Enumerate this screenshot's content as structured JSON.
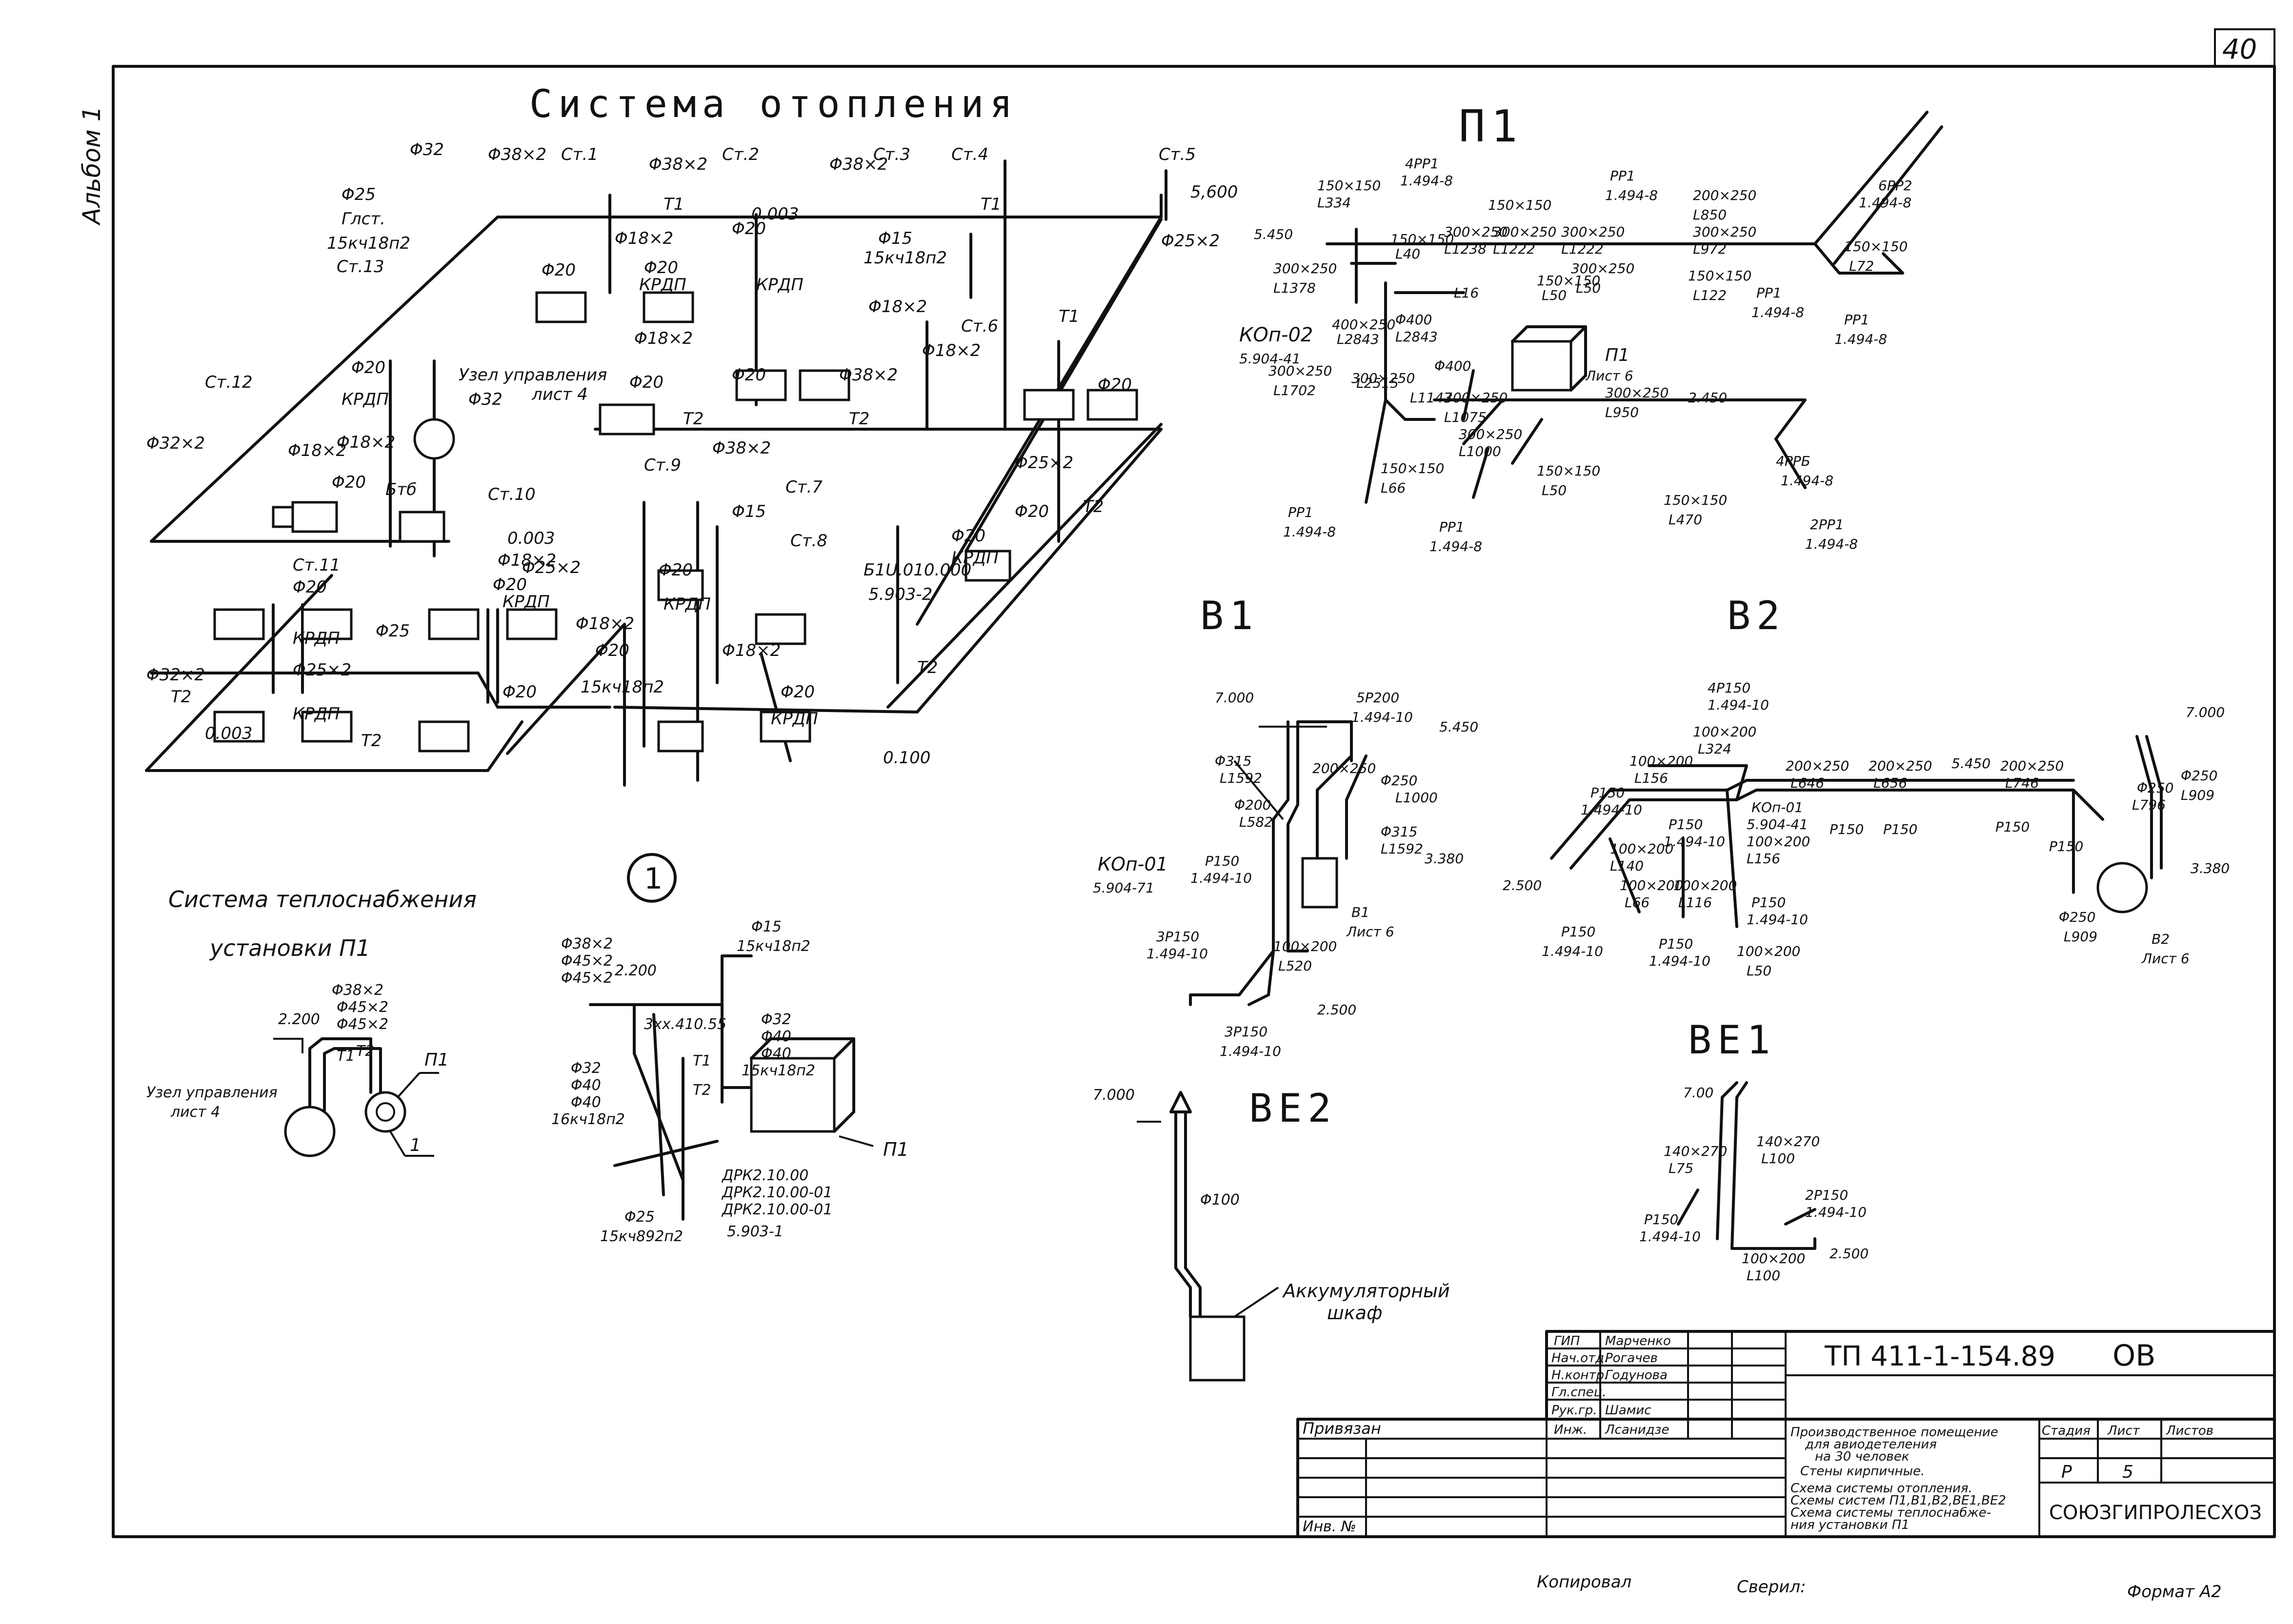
{
  "sheet_number": "40",
  "album_label": "Альбом 1",
  "main_title": "Система отопления",
  "heating": {
    "risers": [
      "Ст.1",
      "Ст.2",
      "Ст.3",
      "Ст.4",
      "Ст.5",
      "Ст.6",
      "Ст.7",
      "Ст.8",
      "Ст.9",
      "Ст.10",
      "Ст.11",
      "Ст.12",
      "Ст.13"
    ],
    "gcst": "Глст.",
    "control_node": "Узел управления",
    "control_node_sheet": "лист 4",
    "elev_top": "5,600",
    "elev_bottom": "0.100",
    "slope": "0.003",
    "pipe_t1": "Т1",
    "pipe_t2": "Т2",
    "krdp": "КРДП",
    "d20": "Φ20",
    "d18": "Φ18×2",
    "d25": "Φ25×2",
    "d32": "Φ32×2",
    "d38": "Φ38×2",
    "d15": "Φ15",
    "d25s": "Φ25",
    "d32s": "Φ32",
    "valve1": "15кч18п2",
    "valve_set": "Бтб",
    "ref_code1": "Б1U.010.000",
    "ref_code2": "5.903-2"
  },
  "detail": {
    "callout": "1",
    "d38": "Φ38×2",
    "d45": "Φ45×2",
    "d15": "Φ15",
    "valve1": "15кч18п2",
    "elev": "2.200",
    "d32": "Φ32",
    "d40": "Φ40",
    "valve2": "15кч18п2",
    "valve3": "16кч18п2",
    "d25": "Φ25",
    "valve4": "15кч892п2",
    "code1": "ДРК2.10.00",
    "code2": "ДРК2.10.00-01",
    "code3": "ДРК2.10.00-01",
    "code4": "5.903-1",
    "unit": "П1",
    "t1": "Т1",
    "t2": "Т2",
    "mixer": "3хх.410.55"
  },
  "heat_supply": {
    "title_line1": "Система теплоснабжения",
    "title_line2": "установки П1",
    "d38": "Φ38×2",
    "d45": "Φ45×2",
    "elev": "2.200",
    "t1": "Т1",
    "t2": "Т2",
    "node": "Узел управления",
    "node_sheet": "лист 4",
    "unit": "П1",
    "mark": "1"
  },
  "p1": {
    "title": "П1",
    "elev1": "5.450",
    "elev2": "2.450",
    "kop": "КОп-02",
    "kop_code": "5.904-41",
    "unit": "П1",
    "unit_sheet": "Лист 6",
    "pp1": "РР1",
    "pp1_code": "1.494-8",
    "grille1": "4РР1",
    "grille2": "6РР2",
    "grille3": "4РРБ",
    "grille4": "2РР1",
    "ducts": [
      [
        "150×150",
        "L334"
      ],
      [
        "300×250",
        "L1378"
      ],
      [
        "150×150",
        "L40"
      ],
      [
        "300×250",
        "L1238"
      ],
      [
        "300×250",
        "L1222"
      ],
      [
        "150×150",
        "L16"
      ],
      [
        "300×250",
        "L1222"
      ],
      [
        "300×250",
        "L50"
      ],
      [
        "150×150",
        "L50"
      ],
      [
        "200×250",
        "L850"
      ],
      [
        "300×250",
        "L972"
      ],
      [
        "150×150",
        "L122"
      ],
      [
        "150×150",
        "L72"
      ],
      [
        "400×250",
        "L2843"
      ],
      [
        "Φ400",
        "L2843"
      ],
      [
        "Φ400",
        "L1147"
      ],
      [
        "300×250",
        "L2515"
      ],
      [
        "300×250",
        "L1702"
      ],
      [
        "300×250",
        "L1075"
      ],
      [
        "300×250",
        "L950"
      ],
      [
        "300×250",
        "L1000"
      ],
      [
        "150×150",
        "L66"
      ],
      [
        "150×150",
        "L50"
      ],
      [
        "150×150",
        "L470"
      ]
    ]
  },
  "b1": {
    "title": "В1",
    "elev_top": "7.000",
    "elev1": "5.450",
    "elev2": "3.380",
    "elev3": "2.500",
    "grille_top": "5Р200",
    "grille_top_code": "1.494-10",
    "grille_bottom": "3Р150",
    "grille_bottom_code": "1.494-10",
    "grille_bottom2": "3Р150",
    "p150": "Р150",
    "p150_code": "1.494-10",
    "d315": "Φ315",
    "l1592": "L1592",
    "d200": "Φ200",
    "l582": "L582",
    "duct1": "200×250",
    "d250": "Φ250",
    "l1000": "L1000",
    "d315b": "Φ315",
    "l1592b": "L1592",
    "kop": "КОп-01",
    "kop_code": "5.904-71",
    "duct2": "100×200",
    "l520": "L520",
    "fan": "В1",
    "fan_sheet": "Лист 6"
  },
  "b2": {
    "title": "В2",
    "grille_top": "4Р150",
    "grille_top_code": "1.494-10",
    "elev_top": "7.000",
    "elev1": "5.450",
    "elev2": "3.380",
    "elev3": "2.500",
    "kop": "КОп-01",
    "kop_code": "5.904-41",
    "p150": "Р150",
    "p150_code": "1.494-10",
    "d250": "Φ250",
    "l909": "L909",
    "l796": "L796",
    "fan": "В2",
    "fan_sheet": "Лист 6",
    "ducts": [
      [
        "100×200",
        "L324"
      ],
      [
        "100×200",
        "L156"
      ],
      [
        "200×250",
        "L646"
      ],
      [
        "200×250",
        "L656"
      ],
      [
        "200×250",
        "L746"
      ],
      [
        "100×200",
        "L140"
      ],
      [
        "100×200",
        "L156"
      ],
      [
        "100×200",
        "L66"
      ],
      [
        "100×200",
        "L116"
      ],
      [
        "100×200",
        "L50"
      ]
    ]
  },
  "be1": {
    "title": "ВЕ1",
    "elev_top": "7.00",
    "elev_bottom": "2.500",
    "duct1": "140×270",
    "l75": "L75",
    "duct2": "140×270",
    "l100": "L100",
    "duct3": "100×200",
    "l100b": "L100",
    "grille1": "2Р150",
    "grille1_code": "1.494-10",
    "grille2": "Р150",
    "grille2_code": "1.494-10"
  },
  "be2": {
    "title": "ВЕ2",
    "elev": "7.000",
    "d100": "Φ100",
    "cabinet_line1": "Аккумуляторный",
    "cabinet_line2": "шкаф"
  },
  "title_block": {
    "code": "ТП 411-1-154.89",
    "mark": "ОВ",
    "roles": [
      "ГИП",
      "Нач.отд.",
      "Н.контр.",
      "Гл.спец.",
      "Рук.гр.",
      "Инж."
    ],
    "names": [
      "Марченко",
      "Рогачев",
      "Годунова",
      "",
      "Шамис",
      "Лсанидзе"
    ],
    "description": [
      "Производственное помещение",
      "для авиодетеления",
      "на 30 человек",
      "Стены кирпичные."
    ],
    "sheet_desc": [
      "Схема системы отопления.",
      "Схемы систем П1,В1,В2,ВЕ1,ВЕ2",
      "Схема системы теплоснабже-",
      "ния установки П1"
    ],
    "stage_label": "Стадия",
    "sheet_label": "Лист",
    "sheets_label": "Листов",
    "stage": "Р",
    "sheet": "5",
    "sheets": "",
    "org": "СОЮЗГИПРОЛЕСХОЗ",
    "privyazan": "Привязан",
    "inv": "Инв. №"
  },
  "footer": {
    "copied": "Копировал",
    "checked": "Сверил:",
    "format": "Формат А2"
  }
}
